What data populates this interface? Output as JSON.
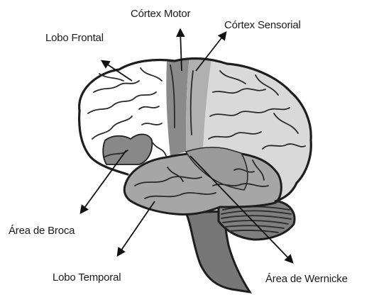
{
  "labels": {
    "motor_cortex": "Córtex Motor",
    "sensory_cortex": "Córtex Sensorial",
    "frontal_lobe": "Lobo Frontal",
    "broca_area": "Área de Broca",
    "temporal_lobe": "Lobo Temporal",
    "wernicke_area": "Área de Wernicke"
  },
  "colors": {
    "frontal_lobe": "#ffffff",
    "parietal_occipital": "#d9d9d9",
    "motor_cortex": "#8a8a8a",
    "sensory_cortex": "#b0b0b0",
    "broca_area": "#888888",
    "temporal_lobe": "#a6a6a6",
    "wernicke_area": "#9a9a9a",
    "cerebellum": "#7f7f7f",
    "brainstem": "#777777",
    "outline": "#1e1e1e"
  },
  "icons": {
    "brain": "brain-illustration"
  }
}
